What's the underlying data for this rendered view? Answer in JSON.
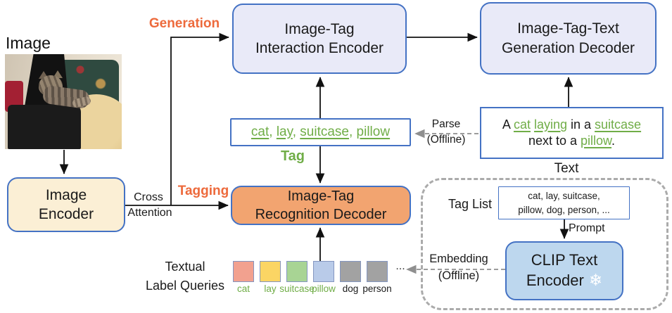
{
  "diagram_title": "Tag2Text-style tagging-generation architecture",
  "colors": {
    "node_border": "#4472C4",
    "interaction_fill": "#E9EAF8",
    "image_encoder_fill": "#FBEFD5",
    "recognition_fill": "#F2A470",
    "clip_fill": "#BDD7EE",
    "tag_green": "#70AD47",
    "flow_orange": "#ED6A3C",
    "dashed_gray": "#ABABAB"
  },
  "image_panel": {
    "label": "Image"
  },
  "flow_labels": {
    "generation": "Generation",
    "tagging": "Tagging",
    "cross_line1": "Cross",
    "cross_line2": "Attention"
  },
  "nodes": {
    "image_encoder": {
      "line1": "Image",
      "line2": "Encoder"
    },
    "interaction_encoder": {
      "line1": "Image-Tag",
      "line2": "Interaction Encoder"
    },
    "generation_decoder": {
      "line1": "Image-Tag-Text",
      "line2": "Generation Decoder"
    },
    "recognition_decoder": {
      "line1": "Image-Tag",
      "line2": "Recognition Decoder"
    },
    "clip_text_encoder": {
      "line1": "CLIP Text",
      "line2": "Encoder",
      "frozen_icon": "❄"
    }
  },
  "tag_output": {
    "words": [
      "cat",
      "lay",
      "suitcase",
      "pillow"
    ],
    "sep": ", ",
    "label": "Tag"
  },
  "caption": {
    "label": "Text",
    "parts": {
      "p0": "A ",
      "w1": "cat",
      "g1": " ",
      "w2": "laying",
      "p1": " in a ",
      "w3": "suitcase",
      "p2": "next to a ",
      "w4": "pillow",
      "p3": "."
    }
  },
  "parse_note": {
    "line1": "Parse",
    "line2": "(Offline)"
  },
  "embedding_note": {
    "line1": "Embedding",
    "line2": "(Offline)"
  },
  "prompt_label": "Prompt",
  "offline_module": {
    "tag_list_label": "Tag List",
    "tag_list_line1": "cat, lay, suitcase,",
    "tag_list_line2": "pillow, dog, person, ..."
  },
  "label_queries": {
    "title_line1": "Textual",
    "title_line2": "Label Queries",
    "ellipsis": "...",
    "items": [
      {
        "name": "cat",
        "color": "#F2A18F",
        "text_color": "#70AD47"
      },
      {
        "name": "lay",
        "color": "#FBD564",
        "text_color": "#70AD47"
      },
      {
        "name": "suitcase",
        "color": "#A8D494",
        "text_color": "#70AD47"
      },
      {
        "name": "pillow",
        "color": "#B9CBE9",
        "text_color": "#70AD47"
      },
      {
        "name": "dog",
        "color": "#A2A2A2",
        "text_color": "#1a1a1a"
      },
      {
        "name": "person",
        "color": "#A2A2A2",
        "text_color": "#1a1a1a"
      }
    ]
  }
}
